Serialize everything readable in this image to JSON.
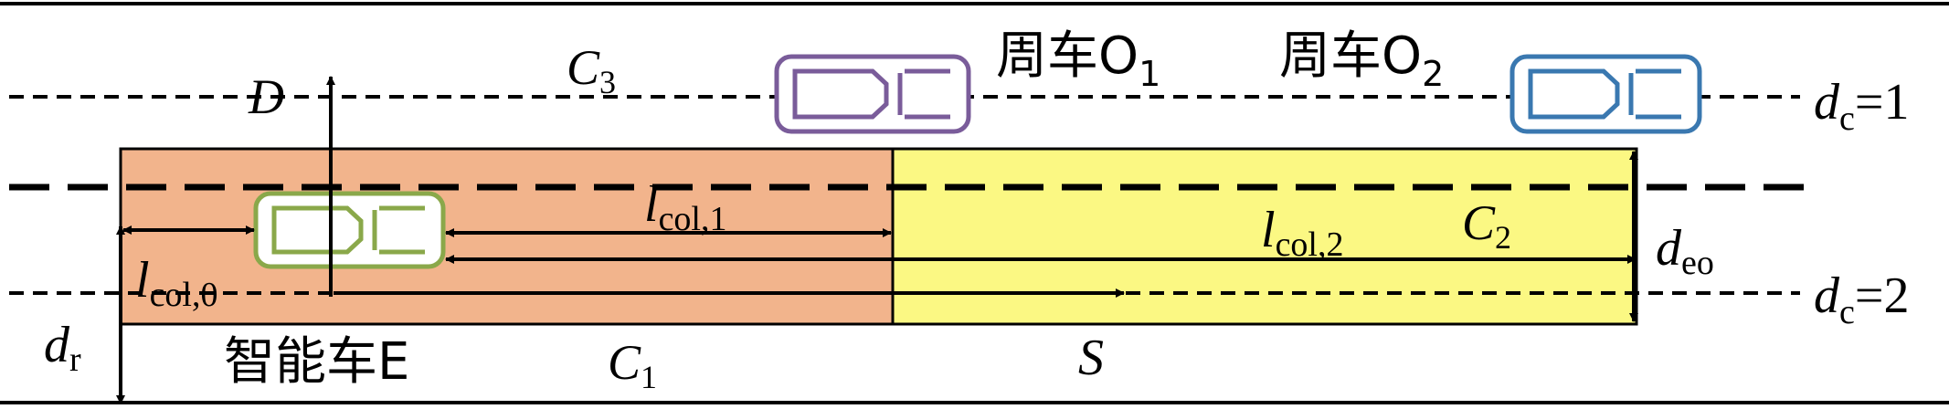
{
  "labels": {
    "lane_c3": "C",
    "lane_c3_sub": "3",
    "lane_c2": "C",
    "lane_c2_sub": "2",
    "lane_c1": "C",
    "lane_c1_sub": "1",
    "d_axis": "D",
    "s_axis": "S",
    "surround_car_1": "周车O",
    "surround_car_1_sub": "1",
    "surround_car_2": "周车O",
    "surround_car_2_sub": "2",
    "ego_car": "智能车E",
    "l_col_1": "l",
    "l_col_1_sub": "col,1",
    "l_col_2": "l",
    "l_col_2_sub": "col,2",
    "l_col_0": "l",
    "l_col_0_sub": "col,0",
    "d_r": "d",
    "d_r_sub": "r",
    "d_eo": "d",
    "d_eo_sub": "eo",
    "dc1": "d",
    "dc1_sub": "c",
    "dc1_val": "=1",
    "dc2": "d",
    "dc2_sub": "c",
    "dc2_val": "=2"
  },
  "colors": {
    "zone_ego": "#f2b48c",
    "zone_ahead": "#fbf883",
    "car_o1": "#7a5c9a",
    "car_o2": "#3a78b0",
    "car_e": "#8aa84a",
    "line": "#000000"
  }
}
